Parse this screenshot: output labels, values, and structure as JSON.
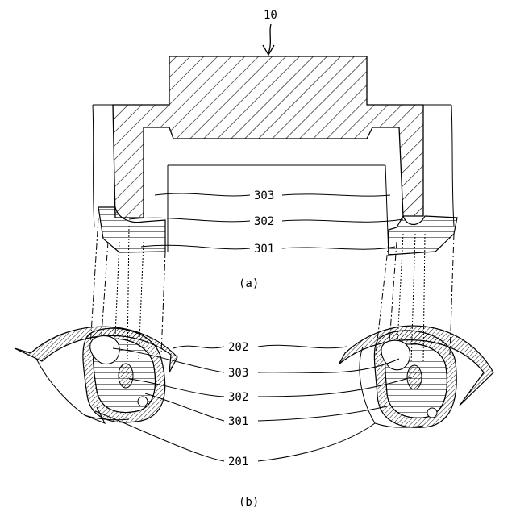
{
  "figure": {
    "part_number": "10",
    "caption_a": "(a)",
    "caption_b": "(b)"
  },
  "labels_a": {
    "l303": "303",
    "l302": "302",
    "l301": "301"
  },
  "labels_b": {
    "l202": "202",
    "l303": "303",
    "l302": "302",
    "l301": "301",
    "l201": "201"
  },
  "colors": {
    "line": "#000000",
    "hatch": "#000000",
    "background": "#ffffff"
  }
}
